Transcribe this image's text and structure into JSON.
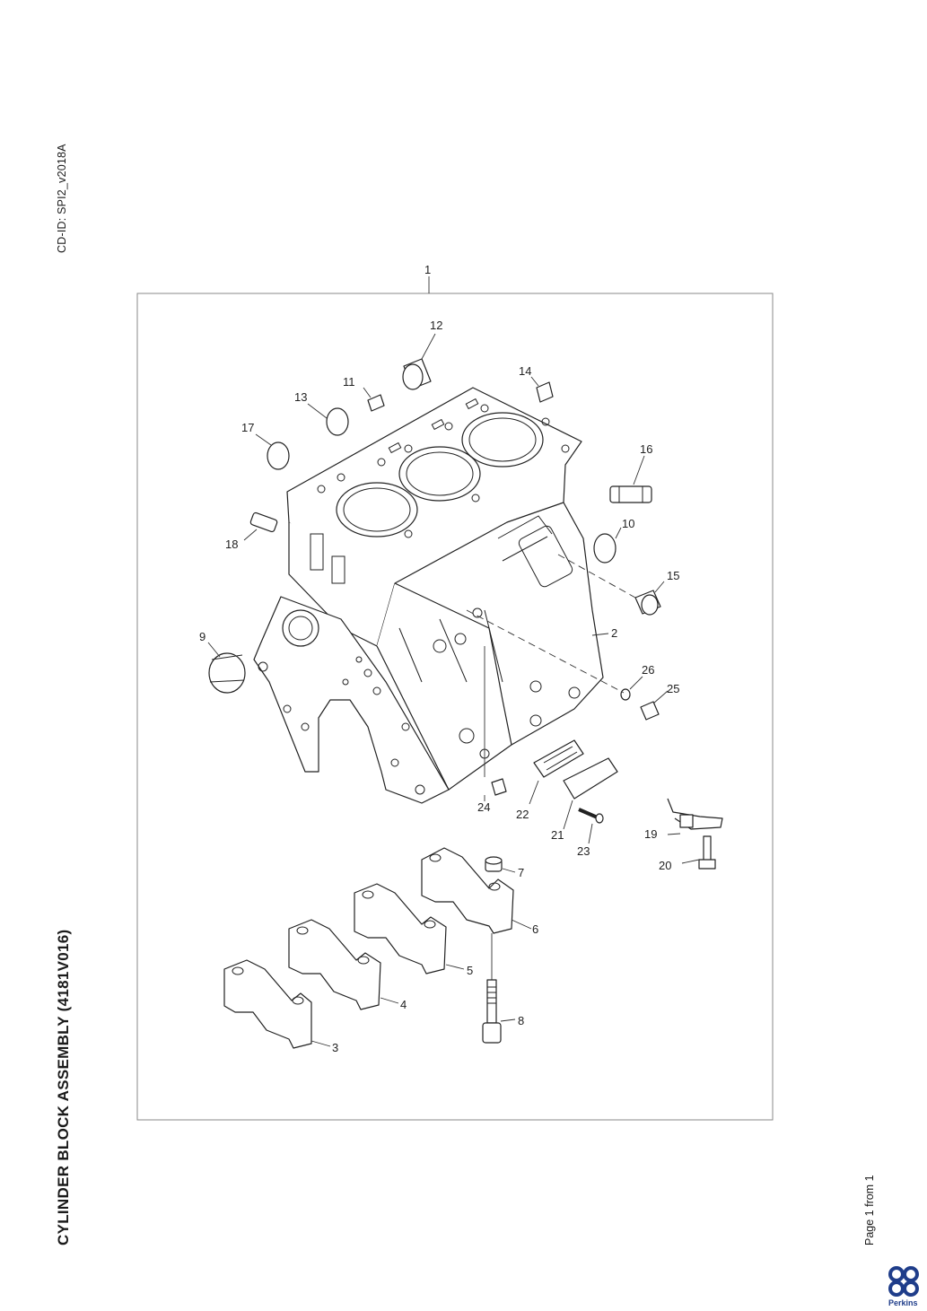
{
  "header": {
    "cd_id": "CD-ID: SPI2_v2018A"
  },
  "title": "CYLINDER BLOCK ASSEMBLY (4181V016)",
  "footer": {
    "page_label": "Page 1 from 1",
    "brand": "Perkins"
  },
  "diagram": {
    "assembly_number": "1",
    "callouts": [
      "2",
      "3",
      "4",
      "5",
      "6",
      "7",
      "8",
      "9",
      "10",
      "11",
      "12",
      "13",
      "14",
      "15",
      "16",
      "17",
      "18",
      "19",
      "20",
      "21",
      "22",
      "23",
      "24",
      "25",
      "26"
    ]
  },
  "colors": {
    "line": "#222222",
    "frame": "#888888",
    "brand": "#1f3d8a"
  }
}
